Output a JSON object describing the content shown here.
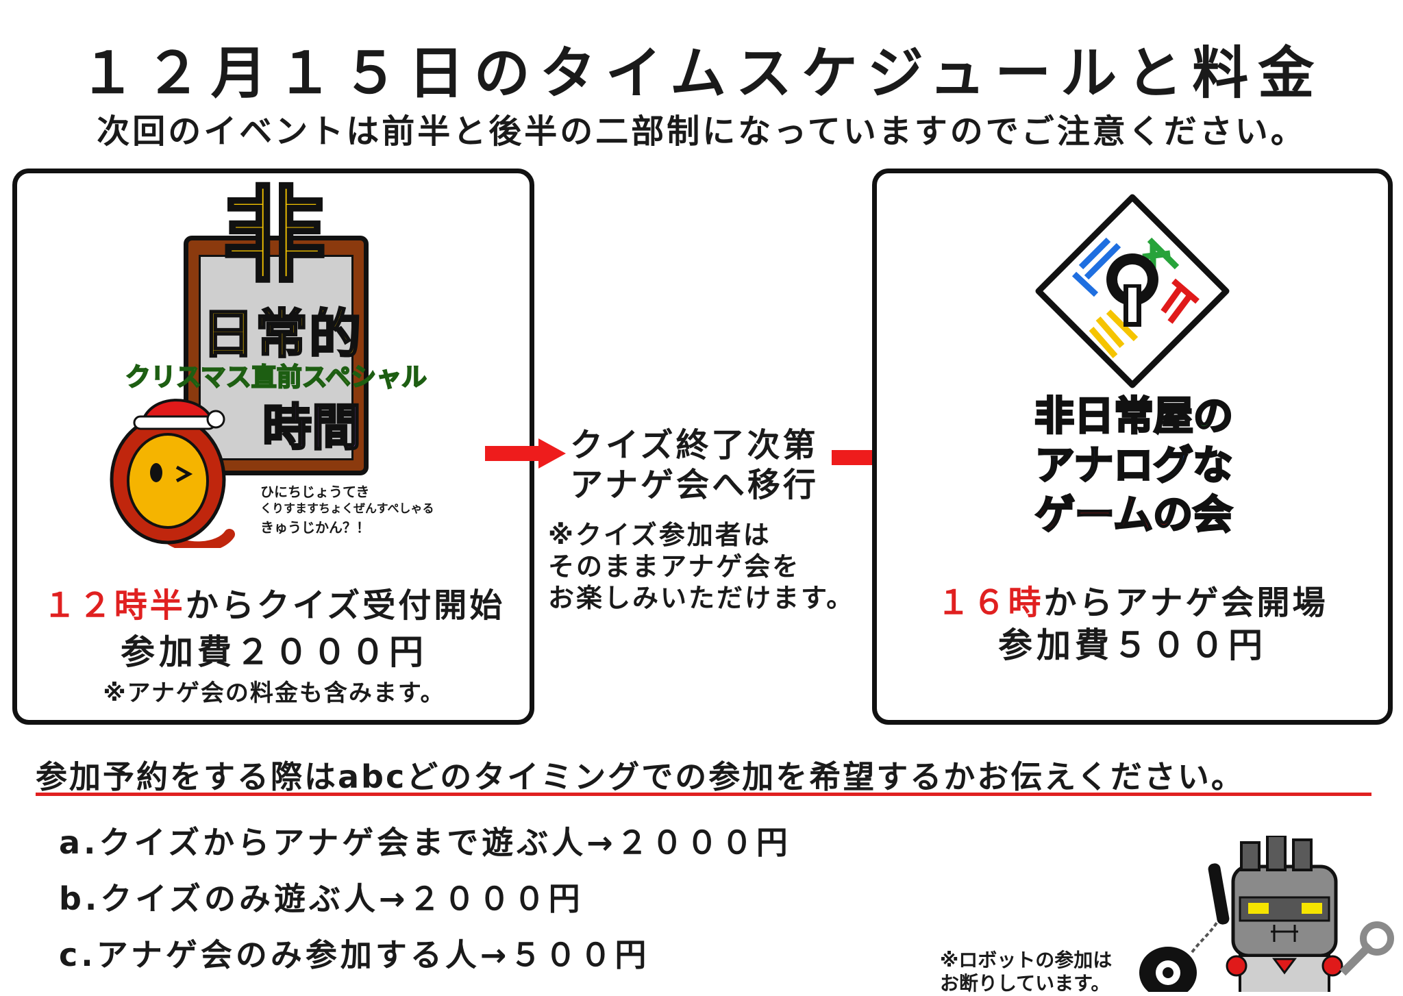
{
  "header": {
    "title": "１２月１５日のタイムスケジュールと料金",
    "subtitle": "次回のイベントは前半と後半の二部制になっていますのでご注意ください。"
  },
  "left_panel": {
    "logo": {
      "big_char": "非",
      "line1": "日常的",
      "banner": "クリスマス直前スペシャル",
      "line3": "時間",
      "ruby1": "ひにちじょうてき",
      "ruby2": "くりすますちょくぜんすぺしゃる",
      "ruby3": "きゅうじかん？！"
    },
    "time_highlight": "１２時半",
    "time_rest": "からクイズ受付開始",
    "fee": "参加費２０００円",
    "note": "※アナゲ会の料金も含みます。"
  },
  "middle": {
    "line1": "クイズ終了次第",
    "line2": "アナゲ会へ移行",
    "note1": "※クイズ参加者は",
    "note2": "そのままアナゲ会を",
    "note3": "お楽しみいただけます。"
  },
  "right_panel": {
    "logo": {
      "line1": "非日常屋の",
      "line2": "アナログな",
      "line3": "ゲームの会"
    },
    "time_highlight": "１６時",
    "time_rest": "からアナゲ会開場",
    "fee": "参加費５００円"
  },
  "reservation": {
    "heading": "参加予約をする際はabcどのタイミングでの参加を希望するかお伝えください。",
    "options": [
      "a.クイズからアナゲ会まで遊ぶ人→２０００円",
      "b.クイズのみ遊ぶ人→２０００円",
      "c.アナゲ会のみ参加する人→５００円"
    ]
  },
  "robot_note": {
    "line1": "※ロボットの参加は",
    "line2": "お断りしています。"
  },
  "colors": {
    "accent_red": "#e02020",
    "arrow_red": "#ee1c1c",
    "logo_gold": "#f5c400",
    "logo_green": "#27a33a",
    "logo_blue": "#1f6fe0",
    "logo_purple": "#8a3fd1",
    "border": "#111111"
  }
}
